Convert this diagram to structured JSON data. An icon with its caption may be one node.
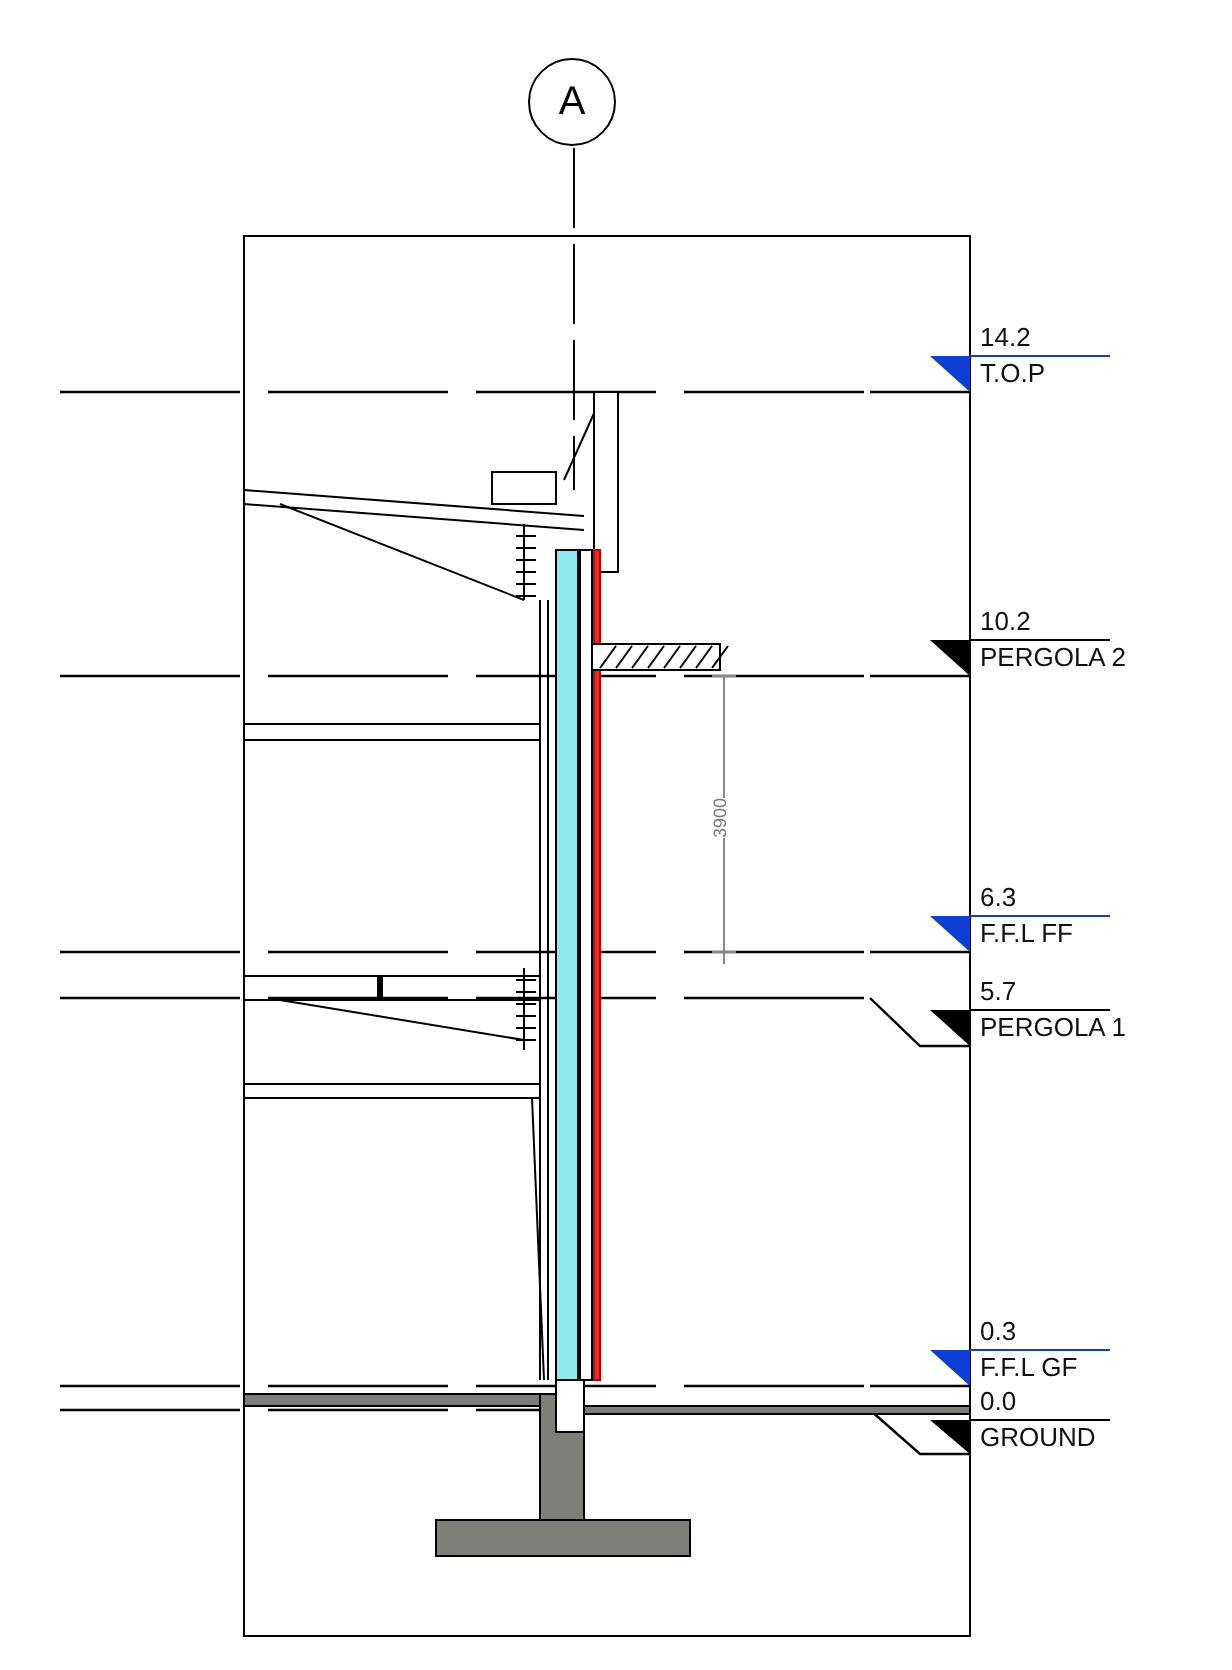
{
  "diagram": {
    "nodes": [
      {
        "text": [
          "A"
        ]
      }
    ],
    "labels": [
      "14.2",
      "T.O.P",
      "10.2",
      "PERGOLA 2",
      "6.3",
      "F.F.L FF",
      "5.7",
      "PERGOLA 1",
      "0.3",
      "F.F.L GF",
      "0.0",
      "GROUND",
      "3900"
    ]
  }
}
